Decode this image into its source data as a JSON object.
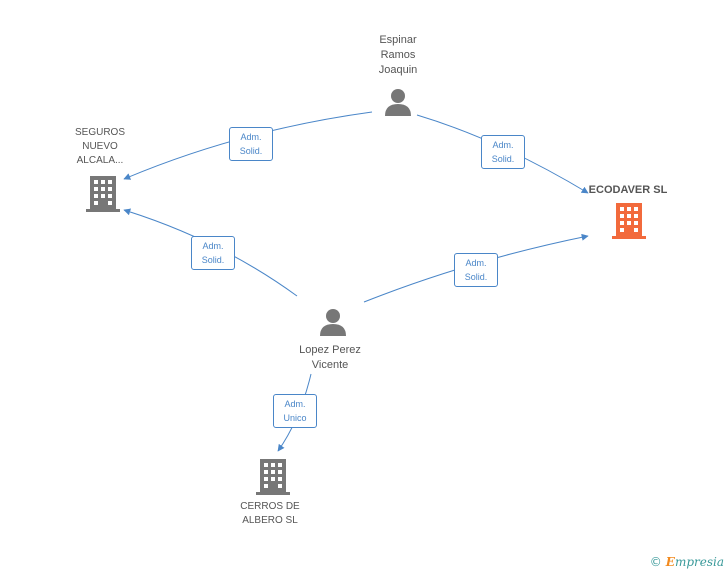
{
  "nodes": {
    "espinar": {
      "label": "Espinar\nRamos\nJoaquin"
    },
    "seguros": {
      "label": "SEGUROS\nNUEVO\nALCALA..."
    },
    "ecodaver": {
      "label": "ECODAVER SL"
    },
    "lopez": {
      "label": "Lopez Perez\nVicente"
    },
    "cerros": {
      "label": "CERROS DE\nALBERO  SL"
    }
  },
  "edges": [
    {
      "from": "Espinar Ramos Joaquin",
      "to": "SEGUROS NUEVO ALCALA...",
      "line1": "Adm.",
      "line2": "Solid."
    },
    {
      "from": "Espinar Ramos Joaquin",
      "to": "ECODAVER SL",
      "line1": "Adm.",
      "line2": "Solid."
    },
    {
      "from": "Lopez Perez Vicente",
      "to": "SEGUROS NUEVO ALCALA...",
      "line1": "Adm.",
      "line2": "Solid."
    },
    {
      "from": "Lopez Perez Vicente",
      "to": "ECODAVER SL",
      "line1": "Adm.",
      "line2": "Solid."
    },
    {
      "from": "Lopez Perez Vicente",
      "to": "CERROS DE ALBERO  SL",
      "line1": "Adm.",
      "line2": "Unico"
    }
  ],
  "colors": {
    "edge": "#4a86c8",
    "person_icon": "#777777",
    "company_icon": "#777777",
    "company_highlight": "#f26a3c"
  },
  "icons": {
    "person": "person-icon",
    "company": "building-icon"
  },
  "footer": {
    "copyright": "©",
    "brand_first": "E",
    "brand_rest": "mpresia"
  }
}
